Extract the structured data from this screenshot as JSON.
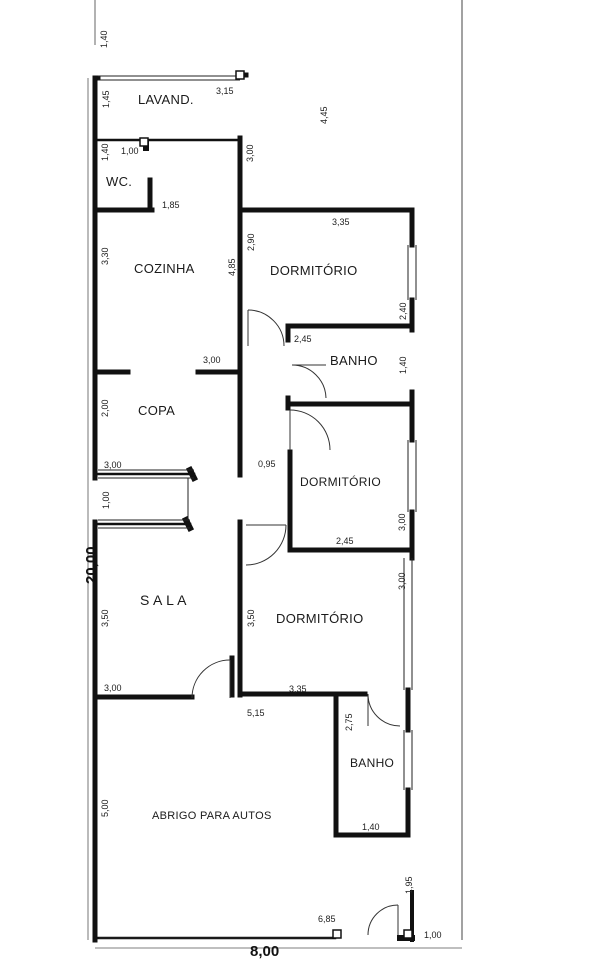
{
  "rooms": {
    "lavanderia": "LAVAND.",
    "wc": "WC.",
    "cozinha": "COZINHA",
    "copa": "COPA",
    "sala": "S A L A",
    "dormitorio_1": "DORMITÓRIO",
    "banho_1": "BANHO",
    "dormitorio_2": "DORMITÓRIO",
    "dormitorio_3": "DORMITÓRIO",
    "banho_2": "BANHO",
    "abrigo": "ABRIGO  PARA  AUTOS"
  },
  "dimensions": {
    "top_left_edge": "1,40",
    "lavand_width": "3,15",
    "lavand_height": "1,45",
    "right_setback": "4,45",
    "wc_width": "1,00",
    "wc_height": "1,40",
    "wc_bottom": "1,85",
    "kitchen_right": "3,00",
    "kitchen_height": "3,30",
    "kitchen_inner": "4,85",
    "kitchen_width": "3,00",
    "dorm1_width": "3,35",
    "dorm1_height": "2,90",
    "dorm1_right": "2,40",
    "banho1_width": "2,45",
    "banho1_height": "1,40",
    "copa_height": "2,00",
    "copa_width": "3,00",
    "door_width": "0,95",
    "passage": "1,00",
    "dorm2_height": "3,00",
    "dorm2_width": "2,45",
    "dorm3_right": "3,00",
    "total_length": "20,00",
    "sala_height": "3,50",
    "dorm3_height": "3,50",
    "sala_width": "3,00",
    "dorm3_width": "3,35",
    "corridor": "5,15",
    "banho2_height": "2,75",
    "banho2_width": "1,40",
    "garage_height": "5,00",
    "side_gap": "1,95",
    "garage_width": "6,85",
    "gate_width": "1,00",
    "total_width": "8,00"
  }
}
